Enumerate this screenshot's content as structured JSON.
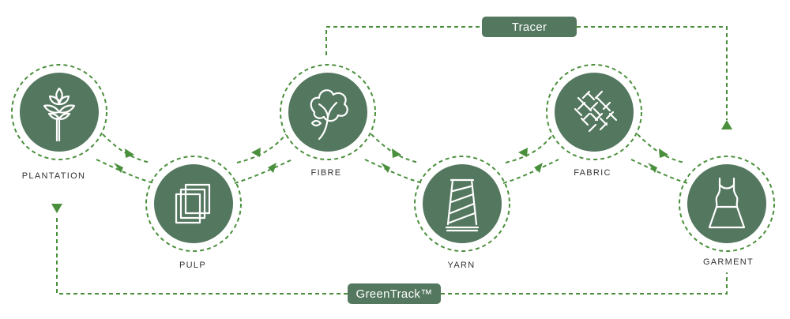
{
  "stages": {
    "plantation": {
      "label": "PLANTATION",
      "icon": "plant-icon"
    },
    "pulp": {
      "label": "PULP",
      "icon": "pulp-sheets-icon"
    },
    "fibre": {
      "label": "FIBRE",
      "icon": "cotton-icon"
    },
    "yarn": {
      "label": "YARN",
      "icon": "yarn-spool-icon"
    },
    "fabric": {
      "label": "FABRIC",
      "icon": "fabric-weave-icon"
    },
    "garment": {
      "label": "GARMENT",
      "icon": "dress-icon"
    }
  },
  "badges": {
    "tracer": "Tracer",
    "greentrack": "GreenTrack™"
  },
  "colors": {
    "node": "#54775f",
    "dashed_line": "#4a8f3c",
    "label_text": "#333333"
  }
}
